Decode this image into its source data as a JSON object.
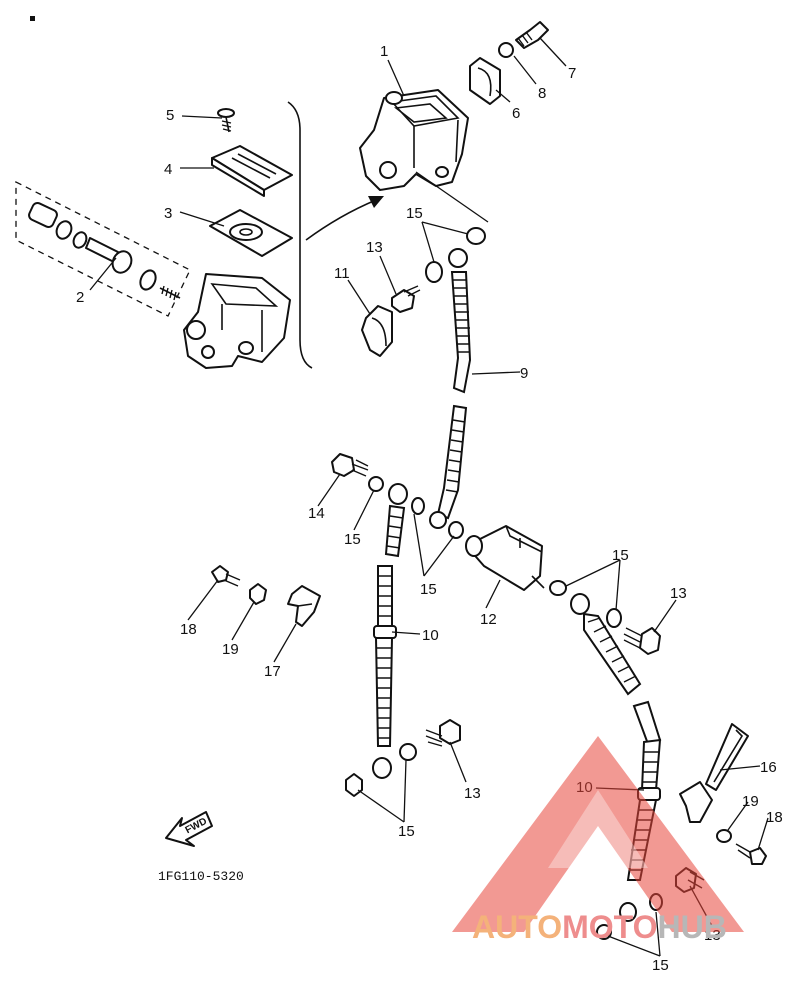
{
  "diagram": {
    "code": "1FG110-5320",
    "fwd_label": "FWD",
    "labels": [
      "1",
      "2",
      "3",
      "4",
      "5",
      "6",
      "7",
      "8",
      "9",
      "10",
      "10",
      "11",
      "12",
      "13",
      "13",
      "13",
      "13",
      "14",
      "15",
      "15",
      "15",
      "15",
      "15",
      "15",
      "16",
      "17",
      "18",
      "18",
      "19",
      "19"
    ]
  },
  "watermark": {
    "part1": "AUTO",
    "part2": "MOTO",
    "part3": "HUB",
    "color1": "#f4b27a",
    "color2": "#ee8d8d",
    "color3": "#b7b7b7",
    "triangle_color": "#e8453a"
  }
}
